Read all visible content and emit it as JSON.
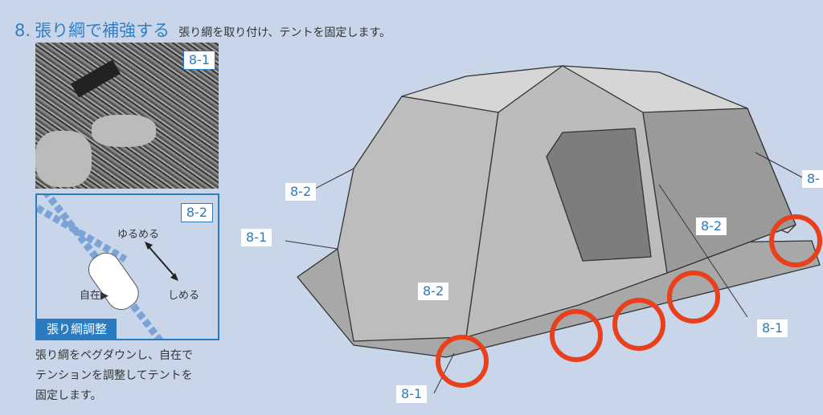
{
  "section": {
    "number": "8.",
    "title": "張り綱で補強する",
    "subtitle": "張り綱を取り付け、テントを固定します。"
  },
  "figure1": {
    "label": "8-1"
  },
  "figure2": {
    "label": "8-2",
    "loosen": "ゆるめる",
    "tighten": "しめる",
    "slider": "自在▶",
    "caption": "張り綱調整"
  },
  "description": [
    "張り綱をペグダウンし、自在で",
    "テンションを調整してテントを",
    "固定します。"
  ],
  "tent_labels": [
    "8-2",
    "8-1",
    "8-2",
    "8-1",
    "8-2",
    "8-1",
    "8-"
  ],
  "colors": {
    "accent": "#2a7bc0",
    "highlight": "#e8401c",
    "background": "#c9d6ea"
  }
}
